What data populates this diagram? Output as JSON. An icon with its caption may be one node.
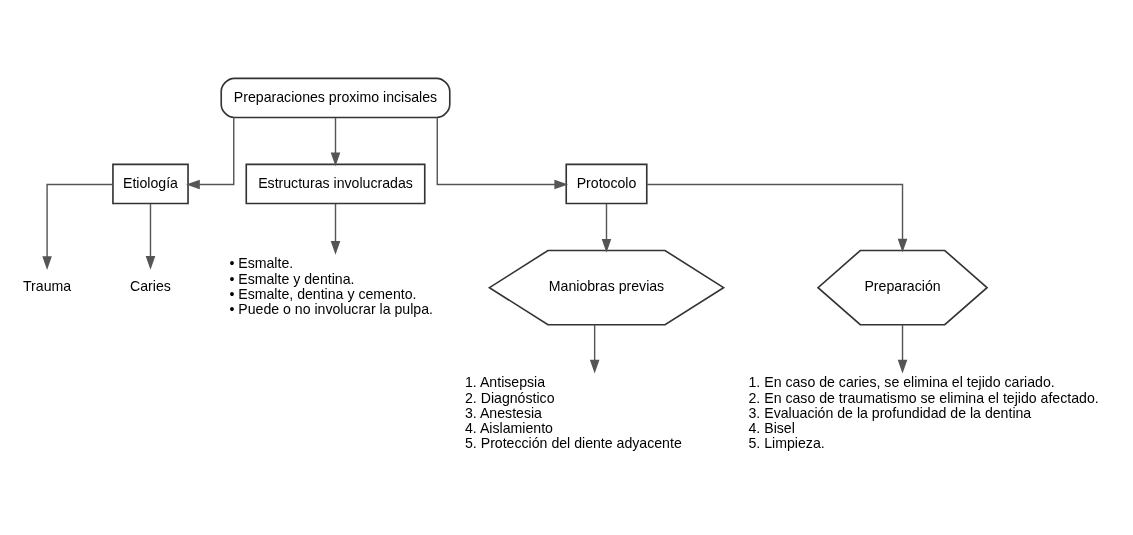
{
  "diagram": {
    "nodes": [
      {
        "text": [
          "Preparaciones proximo incisales"
        ]
      },
      {
        "text": [
          "Etiología"
        ]
      },
      {
        "text": [
          "Estructuras involucradas"
        ]
      },
      {
        "text": [
          "Protocolo"
        ]
      },
      {
        "text": [
          "Trauma"
        ]
      },
      {
        "text": [
          "Caries"
        ]
      },
      {
        "text": [
          "• Esmalte.",
          "• Esmalte y dentina.",
          "• Esmalte, dentina y cemento.",
          "• Puede o no involucrar la pulpa."
        ]
      },
      {
        "text": [
          "Maniobras previas"
        ]
      },
      {
        "text": [
          "Preparación"
        ]
      },
      {
        "text": [
          "1. Antisepsia",
          "2. Diagnóstico",
          "3. Anestesia",
          "4. Aislamiento",
          "5. Protección del diente adyacente"
        ]
      },
      {
        "text": [
          "1. En caso de caries, se elimina el tejido cariado.",
          "2. En caso de traumatismo se elimina el tejido afectado.",
          "3. Evaluación de la profundidad de la dentina",
          "4. Bisel",
          "5. Limpieza."
        ]
      }
    ],
    "edges": [
      {
        "from": 0,
        "to": 1,
        "arrow": "to"
      },
      {
        "from": 0,
        "to": 2,
        "arrow": "to"
      },
      {
        "from": 0,
        "to": 3,
        "arrow": "to"
      },
      {
        "from": 1,
        "to": 4,
        "arrow": "to"
      },
      {
        "from": 1,
        "to": 5,
        "arrow": "to"
      },
      {
        "from": 2,
        "to": 6,
        "arrow": "to"
      },
      {
        "from": 3,
        "to": 7,
        "arrow": "to"
      },
      {
        "from": 3,
        "to": 8,
        "arrow": "to"
      },
      {
        "from": 7,
        "to": 9,
        "arrow": "to"
      },
      {
        "from": 8,
        "to": 10,
        "arrow": "to"
      }
    ]
  }
}
